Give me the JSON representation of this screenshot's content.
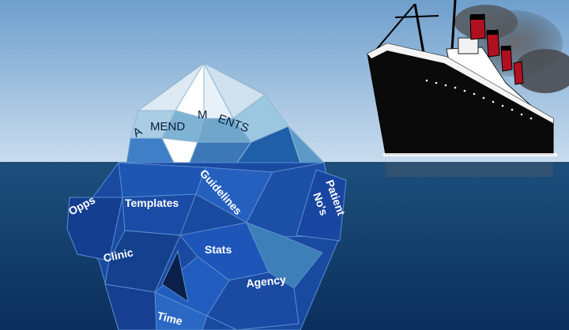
{
  "iceberg": {
    "tip_labels": {
      "a": "A",
      "mend": "MEND",
      "m": "M",
      "ents": "ENTS"
    },
    "underwater_labels": {
      "opps": "Opps",
      "templates": "Templates",
      "guidelines": "Guidelines",
      "patient_line1": "Patient",
      "patient_line2": "No's",
      "clinic": "Clinic",
      "stats": "Stats",
      "agency": "Agency",
      "time": "Time"
    }
  },
  "colors": {
    "sky_top": "#6f9fcc",
    "sky_bottom": "#c9dcee",
    "water_top": "#1d4f7c",
    "water_bottom": "#0b2f5c",
    "ice_tip": "#dde9f3",
    "ice_tip_shade": "#6fa6c9",
    "ice_underwater": "#1f4fa8",
    "ship_hull": "#0a0a0a",
    "ship_funnel": "#b01020",
    "smoke": "#4a4d52"
  }
}
